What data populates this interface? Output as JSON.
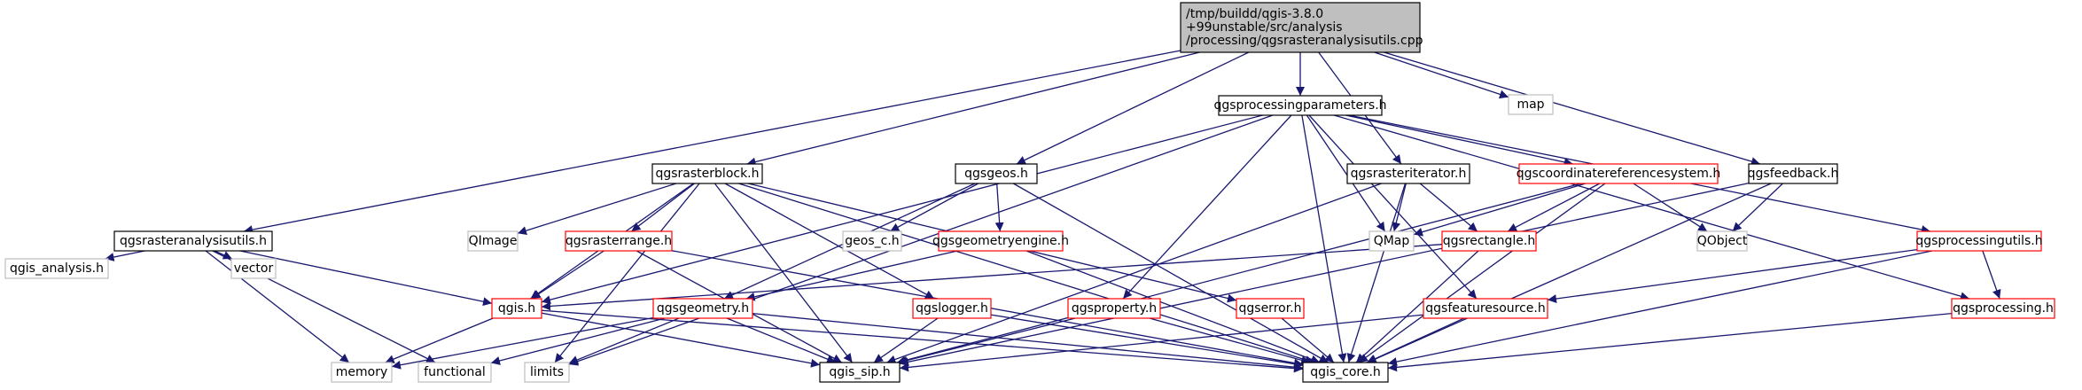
{
  "colors": {
    "edge": "#191970",
    "root_fill": "#bfbfbf",
    "root_border": "#000000",
    "doc_border": "#000000",
    "missing_border": "#bfbfbf",
    "incomplete_border": "#ff0000",
    "label_text": "#000000"
  },
  "nodes": {
    "root": {
      "lines": [
        "/tmp/buildd/qgis-3.8.0",
        "+99unstable/src/analysis",
        "/processing/qgsrasteranalysisutils.cpp"
      ],
      "style": "root"
    },
    "map": {
      "label": "map",
      "style": "missing"
    },
    "qgsprocessingparameters_h": {
      "label": "qgsprocessingparameters.h",
      "style": "doc"
    },
    "qgsrasterblock_h": {
      "label": "qgsrasterblock.h",
      "style": "doc"
    },
    "qgsgeos_h": {
      "label": "qgsgeos.h",
      "style": "doc"
    },
    "qgsrasteriterator_h": {
      "label": "qgsrasteriterator.h",
      "style": "doc"
    },
    "qgscoordinatereferencesystem_h": {
      "label": "qgscoordinatereferencesystem.h",
      "style": "incomplete"
    },
    "qgsfeedback_h": {
      "label": "qgsfeedback.h",
      "style": "doc"
    },
    "qgsrasteranalysisutils_h": {
      "label": "qgsrasteranalysisutils.h",
      "style": "doc"
    },
    "qimage": {
      "label": "QImage",
      "style": "missing"
    },
    "qgsrasterrange_h": {
      "label": "qgsrasterrange.h",
      "style": "incomplete"
    },
    "geos_c_h": {
      "label": "geos_c.h",
      "style": "missing"
    },
    "qgsgeometryengine_h": {
      "label": "qgsgeometryengine.h",
      "style": "incomplete"
    },
    "qmap": {
      "label": "QMap",
      "style": "missing"
    },
    "qgsrectangle_h": {
      "label": "qgsrectangle.h",
      "style": "incomplete"
    },
    "qobject": {
      "label": "QObject",
      "style": "missing"
    },
    "qgsprocessingutils_h": {
      "label": "qgsprocessingutils.h",
      "style": "incomplete"
    },
    "qgis_analysis_h": {
      "label": "qgis_analysis.h",
      "style": "missing"
    },
    "vector": {
      "label": "vector",
      "style": "missing"
    },
    "qgis_h": {
      "label": "qgis.h",
      "style": "incomplete"
    },
    "qgsgeometry_h": {
      "label": "qgsgeometry.h",
      "style": "incomplete"
    },
    "qgslogger_h": {
      "label": "qgslogger.h",
      "style": "incomplete"
    },
    "qgsproperty_h": {
      "label": "qgsproperty.h",
      "style": "incomplete"
    },
    "qgserror_h": {
      "label": "qgserror.h",
      "style": "incomplete"
    },
    "qgsfeaturesource_h": {
      "label": "qgsfeaturesource.h",
      "style": "incomplete"
    },
    "qgsprocessing_h": {
      "label": "qgsprocessing.h",
      "style": "incomplete"
    },
    "memory": {
      "label": "memory",
      "style": "missing"
    },
    "functional": {
      "label": "functional",
      "style": "missing"
    },
    "limits": {
      "label": "limits",
      "style": "missing"
    },
    "qgis_sip_h": {
      "label": "qgis_sip.h",
      "style": "doc"
    },
    "qgis_core_h": {
      "label": "qgis_core.h",
      "style": "doc"
    }
  },
  "edges": [
    [
      "root",
      "map"
    ],
    [
      "root",
      "qgsprocessingparameters_h"
    ],
    [
      "root",
      "qgsrasterblock_h"
    ],
    [
      "root",
      "qgsgeos_h"
    ],
    [
      "root",
      "qgsrasteriterator_h"
    ],
    [
      "root",
      "qgsfeedback_h"
    ],
    [
      "root",
      "qgsrasteranalysisutils_h"
    ],
    [
      "qgsprocessingparameters_h",
      "qgis_h"
    ],
    [
      "qgsprocessingparameters_h",
      "qgscoordinatereferencesystem_h"
    ],
    [
      "qgsprocessingparameters_h",
      "qgsfeaturesource_h"
    ],
    [
      "qgsprocessingparameters_h",
      "qgsprocessingutils_h"
    ],
    [
      "qgsprocessingparameters_h",
      "qgsproperty_h"
    ],
    [
      "qgsprocessingparameters_h",
      "qgsprocessing_h"
    ],
    [
      "qgsprocessingparameters_h",
      "qmap"
    ],
    [
      "qgsprocessingparameters_h",
      "limits"
    ],
    [
      "qgsprocessingparameters_h",
      "qgis_core_h"
    ],
    [
      "qgsrasterblock_h",
      "qgis_core_h"
    ],
    [
      "qgsrasterblock_h",
      "qgis_sip_h"
    ],
    [
      "qgsrasterblock_h",
      "qgis_h"
    ],
    [
      "qgsrasterblock_h",
      "qgserror_h"
    ],
    [
      "qgsrasterblock_h",
      "qgslogger_h"
    ],
    [
      "qgsrasterblock_h",
      "qgsrasterrange_h"
    ],
    [
      "qgsrasterblock_h",
      "limits"
    ],
    [
      "qgsrasterblock_h",
      "qimage"
    ],
    [
      "qgsgeos_h",
      "qgis_core_h"
    ],
    [
      "qgsgeos_h",
      "qgsgeometryengine_h"
    ],
    [
      "qgsgeos_h",
      "qgsgeometry_h"
    ],
    [
      "qgsgeos_h",
      "geos_c_h"
    ],
    [
      "qgsrasteriterator_h",
      "qgis_core_h"
    ],
    [
      "qgsrasteriterator_h",
      "qgsrectangle_h"
    ],
    [
      "qgsrasteriterator_h",
      "qmap"
    ],
    [
      "qgsrasteriterator_h",
      "qgis_sip_h"
    ],
    [
      "qgscoordinatereferencesystem_h",
      "qgis_core_h"
    ],
    [
      "qgscoordinatereferencesystem_h",
      "qgis_sip_h"
    ],
    [
      "qgscoordinatereferencesystem_h",
      "qmap"
    ],
    [
      "qgscoordinatereferencesystem_h",
      "qgsrectangle_h"
    ],
    [
      "qgscoordinatereferencesystem_h",
      "qobject"
    ],
    [
      "qgsfeedback_h",
      "qobject"
    ],
    [
      "qgsfeedback_h",
      "qgis_core_h"
    ],
    [
      "qgsfeedback_h",
      "qgis_sip_h"
    ],
    [
      "qgsrasteranalysisutils_h",
      "qgis_analysis_h"
    ],
    [
      "qgsrasteranalysisutils_h",
      "vector"
    ],
    [
      "qgsrasteranalysisutils_h",
      "memory"
    ],
    [
      "qgsrasteranalysisutils_h",
      "functional"
    ],
    [
      "qgsrasteranalysisutils_h",
      "qgis_h"
    ],
    [
      "qgsrasterrange_h",
      "qgis_h"
    ],
    [
      "qgsrasterrange_h",
      "qgis_core_h"
    ],
    [
      "qgsrasterrange_h",
      "qgis_sip_h"
    ],
    [
      "qgsgeometryengine_h",
      "qgis_core_h"
    ],
    [
      "qgsgeometryengine_h",
      "qgsgeometry_h"
    ],
    [
      "qgsrectangle_h",
      "qgis_core_h"
    ],
    [
      "qgsrectangle_h",
      "qgis_h"
    ],
    [
      "qgsprocessingutils_h",
      "qgis_core_h"
    ],
    [
      "qgsprocessingutils_h",
      "qgsprocessing_h"
    ],
    [
      "qgsprocessingutils_h",
      "qgsfeaturesource_h"
    ],
    [
      "qgis_h",
      "memory"
    ],
    [
      "qgis_h",
      "qgis_sip_h"
    ],
    [
      "qgis_h",
      "qgis_core_h"
    ],
    [
      "qgsgeometry_h",
      "functional"
    ],
    [
      "qgsgeometry_h",
      "memory"
    ],
    [
      "qgsgeometry_h",
      "qgis_core_h"
    ],
    [
      "qgsgeometry_h",
      "qgis_sip_h"
    ],
    [
      "qgsgeometry_h",
      "limits"
    ],
    [
      "qgslogger_h",
      "qgis_core_h"
    ],
    [
      "qgslogger_h",
      "qgis_sip_h"
    ],
    [
      "qgsproperty_h",
      "qgis_core_h"
    ],
    [
      "qgsproperty_h",
      "qgis_sip_h"
    ],
    [
      "qgserror_h",
      "qgis_core_h"
    ],
    [
      "qgsfeaturesource_h",
      "qgis_core_h"
    ],
    [
      "qgsfeaturesource_h",
      "qgis_sip_h"
    ],
    [
      "qgsprocessing_h",
      "qgis_core_h"
    ]
  ]
}
